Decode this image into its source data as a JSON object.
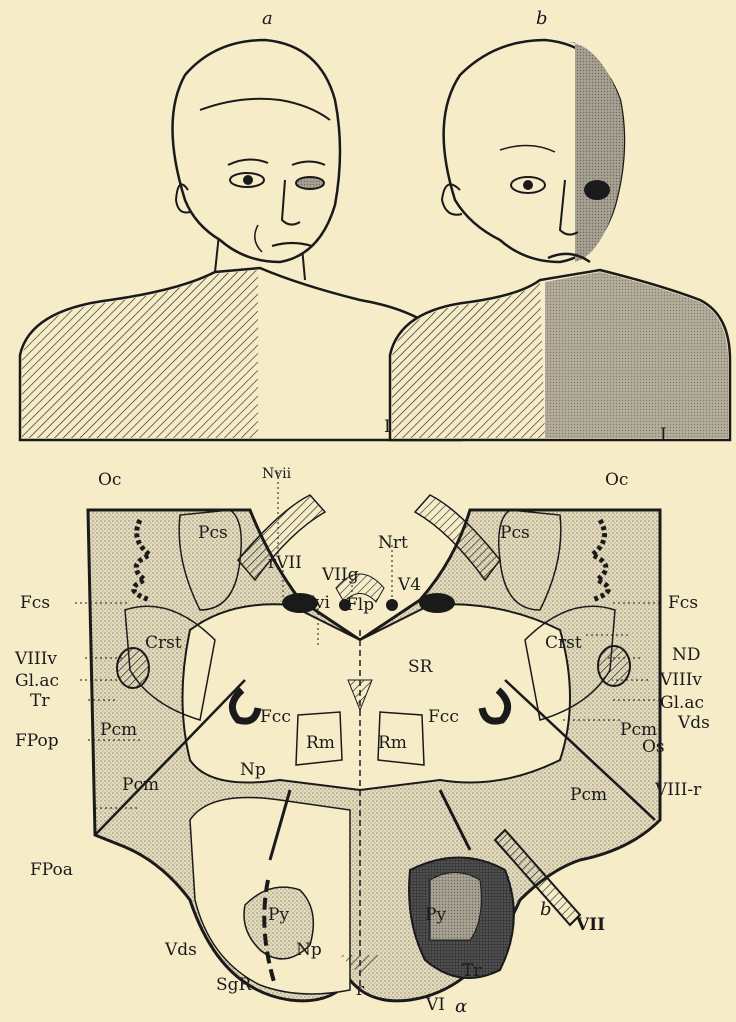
{
  "figure_labels": {
    "a": "a",
    "b": "b"
  },
  "marks": {
    "left": "I",
    "right": "I"
  },
  "labels": {
    "Oc_left": "Oc",
    "Oc_right": "Oc",
    "Nvii": "Nvii",
    "rVII": "rVII",
    "Nvi": "Nvi",
    "VIIg": "VIIg",
    "Nrt": "Nrt",
    "V4": "V4",
    "Flp": "Flp",
    "Pcs_left": "Pcs",
    "Pcs_right": "Pcs",
    "Fcs_left": "Fcs",
    "Fcs_right": "Fcs",
    "Crst_left": "Crst",
    "Crst_right": "Crst",
    "ND": "ND",
    "VIIIv_left": "VIIIv",
    "VIIIv_right": "VIIIv",
    "Glac_left": "Gl.ac",
    "Glac_right": "Gl.ac",
    "Tr_left": "Tr",
    "Tr_right": "Tr",
    "Vds_right": "Vds",
    "Vds_left": "Vds",
    "Pcm_left1": "Pcm",
    "Pcm_left2": "Pcm",
    "Pcm_right1": "Pcm",
    "Pcm_right2": "Pcm",
    "FPop": "FPop",
    "FPoa": "FPoa",
    "Os": "Os",
    "VIIIr": "VIII-r",
    "SR": "SR",
    "Fcc_left": "Fcc",
    "Fcc_right": "Fcc",
    "Rm_left": "Rm",
    "Rm_right": "Rm",
    "Np_upper": "Np",
    "Np_lower": "Np",
    "Py_left": "Py",
    "Py_right": "Py",
    "SgR": "SgR",
    "r": "r",
    "VI": "VI",
    "alpha": "α",
    "b_lower": "b",
    "VII": "VII"
  },
  "colors": {
    "paper": "#f6ecc8",
    "ink": "#1a1a1a",
    "stipple": "#c9c0a0",
    "shade": "#4a4a4a"
  }
}
